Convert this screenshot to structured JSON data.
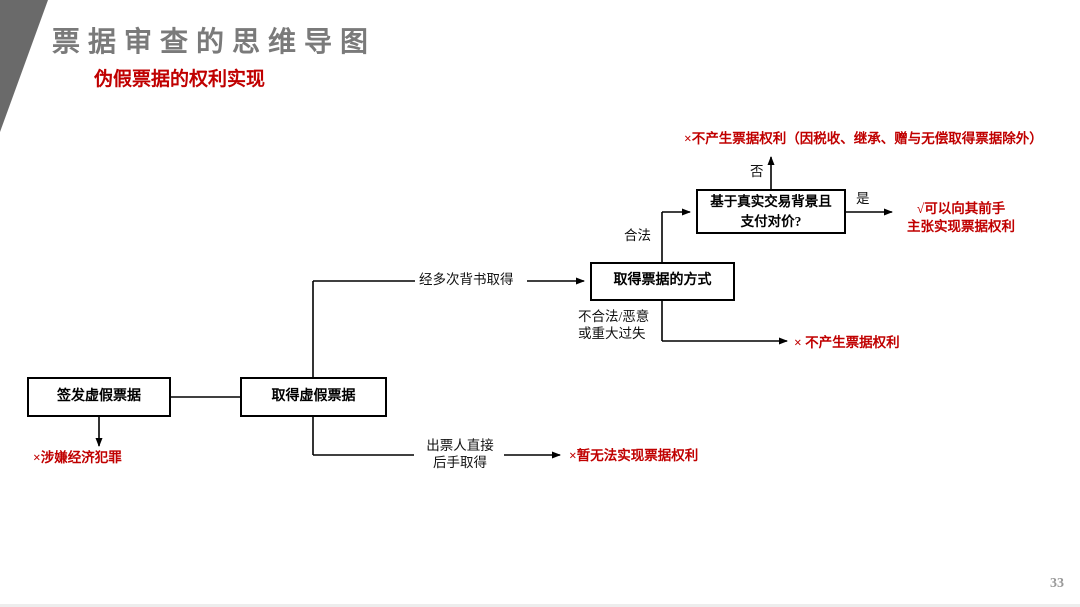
{
  "header": {
    "title": "票据审查的思维导图",
    "subtitle": "伪假票据的权利实现"
  },
  "colors": {
    "accent_red": "#c00000",
    "title_gray": "#7a7a7a",
    "triangle_gray": "#6a6a6a"
  },
  "flowchart": {
    "boxes": {
      "issue_fake": "签发虚假票据",
      "obtain_fake": "取得虚假票据",
      "obtain_method": "取得票据的方式",
      "real_transaction": "基于真实交易背景且\n支付对价?"
    },
    "labels": {
      "multi_endorsement": "经多次背书取得",
      "illegal": "不合法/恶意\n或重大过失",
      "legal": "合法",
      "no": "否",
      "yes": "是",
      "drawer_direct": "出票人直接\n后手取得"
    },
    "outcomes": {
      "no_rights_except": "×不产生票据权利（因税收、继承、赠与无偿取得票据除外）",
      "can_claim": "√可以向其前手\n主张实现票据权利",
      "no_rights": "× 不产生票据权利",
      "cannot_realize": "×暂无法实现票据权利",
      "economic_crime": "×涉嫌经济犯罪"
    }
  },
  "page_number": "33"
}
